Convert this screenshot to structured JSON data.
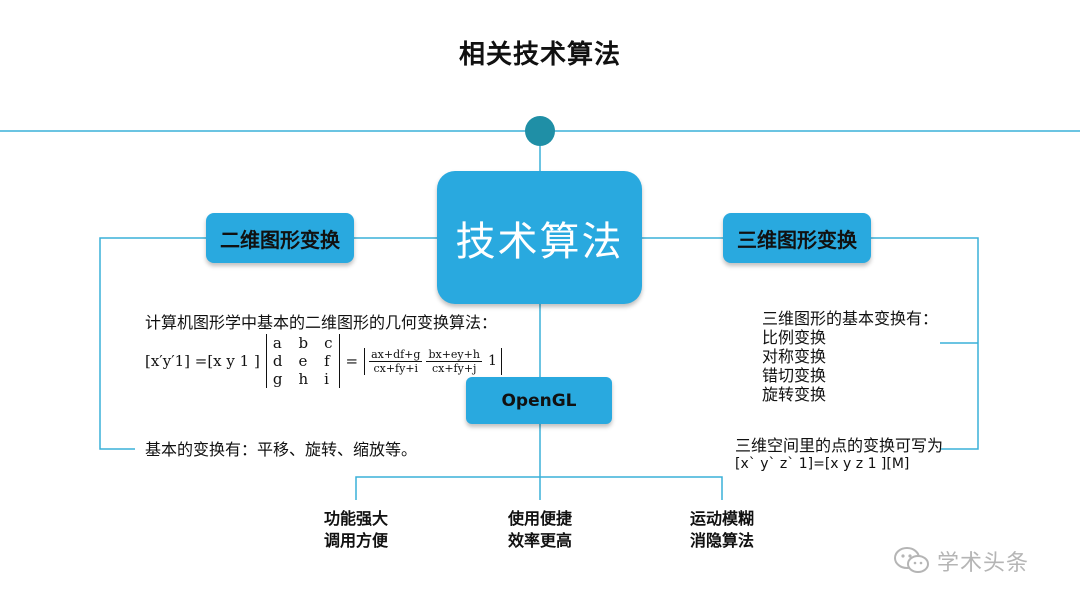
{
  "title": "相关技术算法",
  "center": {
    "label": "技术算法"
  },
  "left": {
    "heading": "二维图形变换",
    "intro": "计算机图形学中基本的二维图形的几何变换算法：",
    "formula": {
      "lhs": "[x′y′1] =[x y 1 ]",
      "matrix_rows": [
        [
          "a",
          "b",
          "c"
        ],
        [
          "d",
          "e",
          "f"
        ],
        [
          "g",
          "h",
          "i"
        ]
      ],
      "eq": "=",
      "num1": "ax+df+g",
      "den1": "cx+fy+i",
      "num2": "bx+ey+h",
      "den2": "cx+fy+j",
      "tail": "1"
    },
    "summary": "基本的变换有：平移、旋转、缩放等。"
  },
  "right": {
    "heading": "三维图形变换",
    "intro": "三维图形的基本变换有：",
    "items": [
      "比例变换",
      "对称变换",
      "错切变换",
      "旋转变换"
    ],
    "formula_intro": "三维空间里的点的变换可写为",
    "formula": "[x` y` z` 1]=[x y z 1 ][M]"
  },
  "opengl": {
    "label": "OpenGL"
  },
  "features": [
    {
      "line1": "功能强大",
      "line2": "调用方便"
    },
    {
      "line1": "使用便捷",
      "line2": "效率更高"
    },
    {
      "line1": "运动模糊",
      "line2": "消隐算法"
    }
  ],
  "watermark": "学术头条",
  "colors": {
    "accent": "#29a9df",
    "node": "#1f8fa6",
    "line": "#3ab0d8"
  }
}
